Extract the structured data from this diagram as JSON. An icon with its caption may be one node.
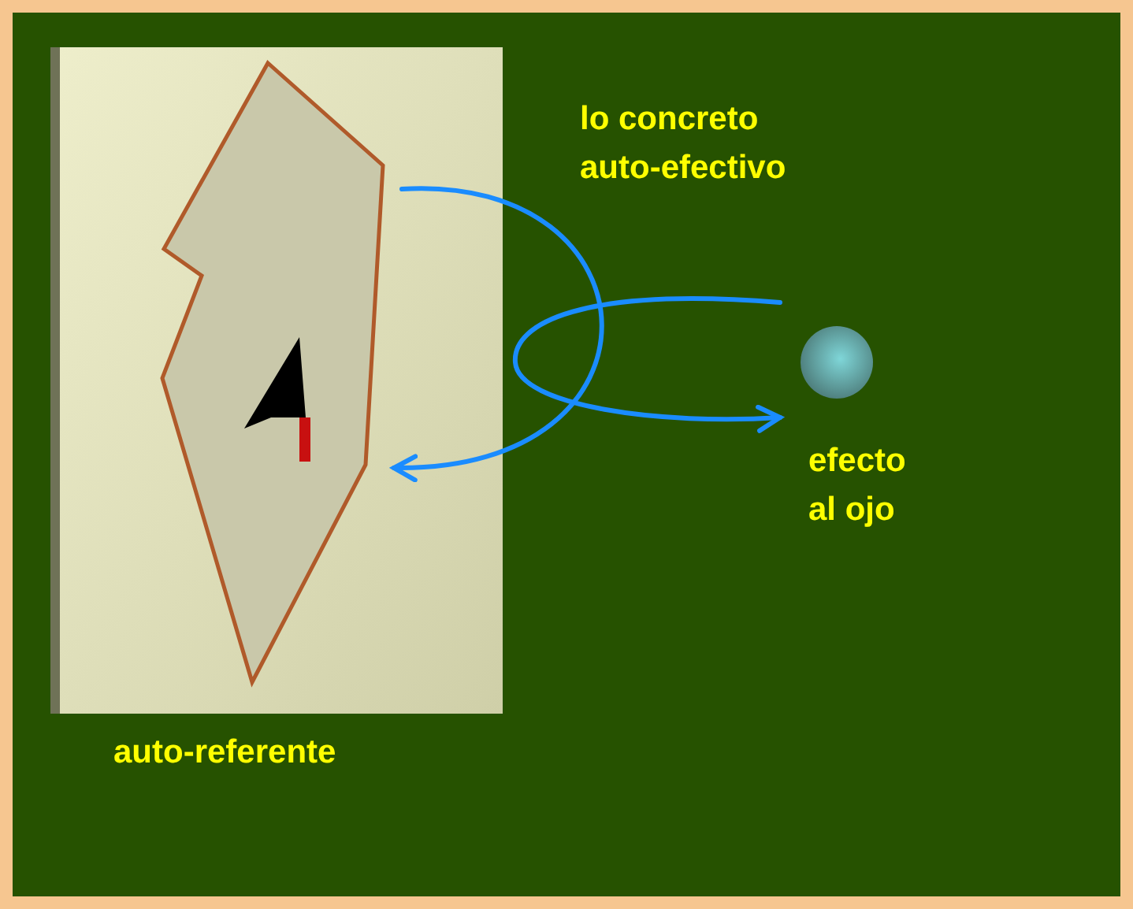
{
  "diagram": {
    "nodes": [
      {
        "text": [],
        "shape": "picture",
        "beside": [
          "auto-referente"
        ]
      },
      {
        "text": [],
        "shape": "circle",
        "beside": [
          "efecto al ojo"
        ]
      }
    ],
    "edges": [
      {
        "from": 0,
        "to": 0,
        "arrow": "to",
        "label": "lo concreto auto-efectivo"
      },
      {
        "from": 1,
        "to": 1,
        "arrow": "to"
      }
    ]
  }
}
